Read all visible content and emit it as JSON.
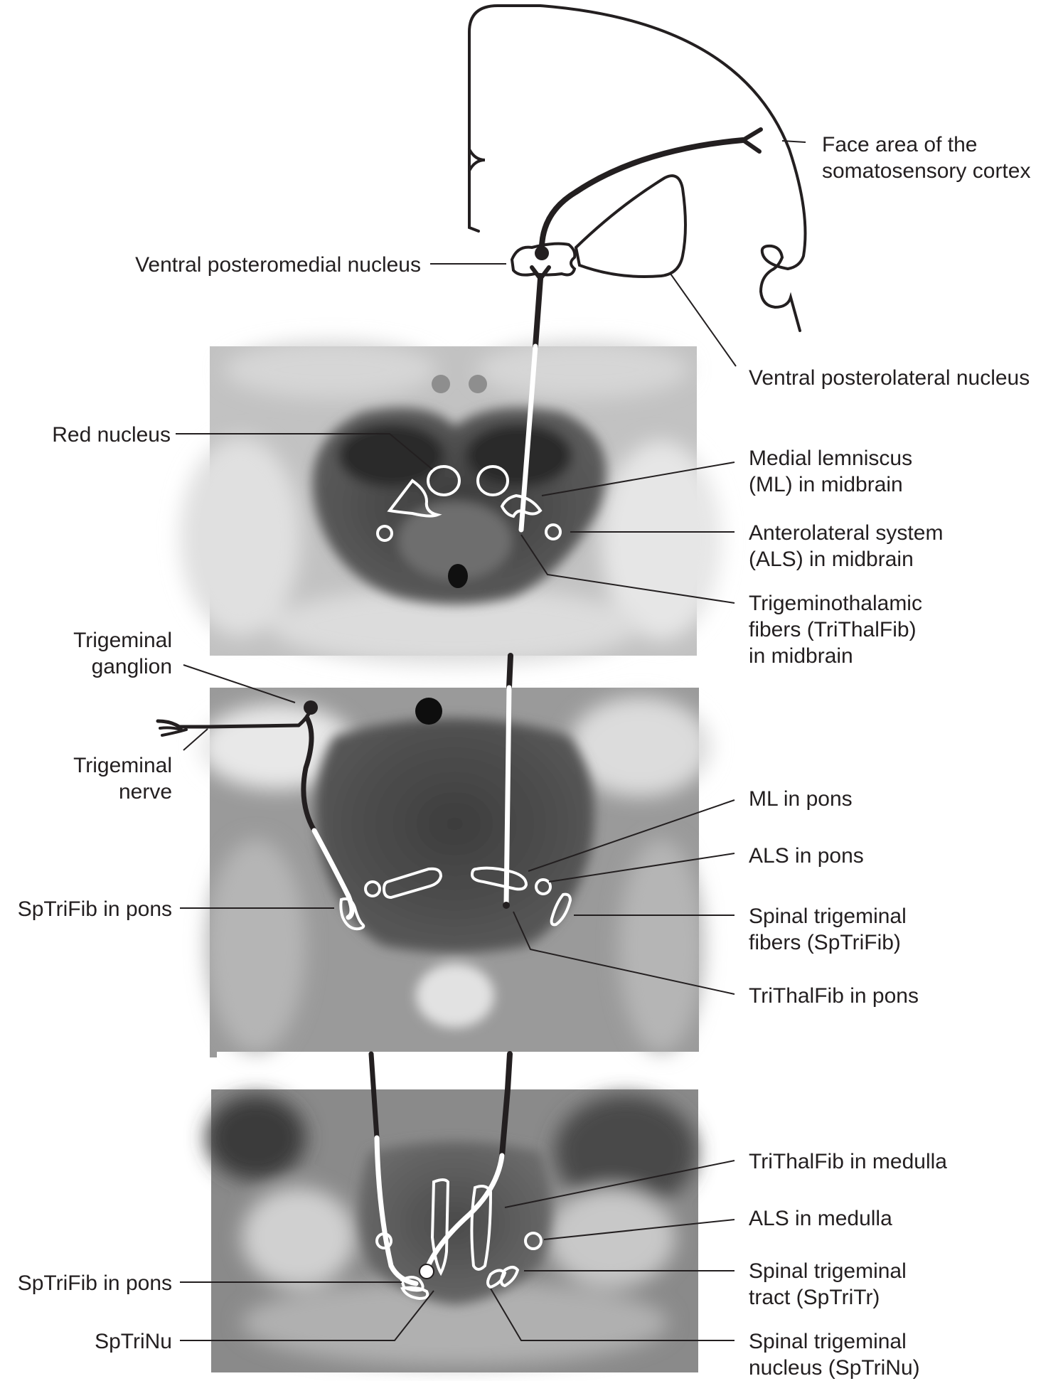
{
  "labels": {
    "face_area_1": "Face area of the",
    "face_area_2": "somatosensory cortex",
    "vpm": "Ventral posteromedial nucleus",
    "vpl": "Ventral posterolateral nucleus",
    "red_nucleus": "Red nucleus",
    "ml_mid_1": "Medial lemniscus",
    "ml_mid_2": "(ML) in midbrain",
    "als_mid_1": "Anterolateral system",
    "als_mid_2": "(ALS) in midbrain",
    "trithal_mid_1": "Trigeminothalamic",
    "trithal_mid_2": "fibers (TriThalFib)",
    "trithal_mid_3": "in midbrain",
    "trig_ganglion_1": "Trigeminal",
    "trig_ganglion_2": "ganglion",
    "trig_nerve_1": "Trigeminal",
    "trig_nerve_2": "nerve",
    "ml_pons": "ML in pons",
    "als_pons": "ALS in pons",
    "sptrifib_pons_left": "SpTriFib in pons",
    "sptrifib_1": "Spinal trigeminal",
    "sptrifib_2": "fibers (SpTriFib)",
    "trithal_pons": "TriThalFib in pons",
    "trithal_medulla": "TriThalFib in medulla",
    "als_medulla": "ALS in medulla",
    "sptrifib_pons_left_2": "SpTriFib in pons",
    "sptritr_1": "Spinal trigeminal",
    "sptritr_2": "tract (SpTriTr)",
    "sptrinu_left": "SpTriNu",
    "sptrinu_1": "Spinal trigeminal",
    "sptrinu_2": "nucleus (SpTriNu)"
  },
  "colors": {
    "ink": "#231f20",
    "pathway_white": "#ffffff"
  }
}
